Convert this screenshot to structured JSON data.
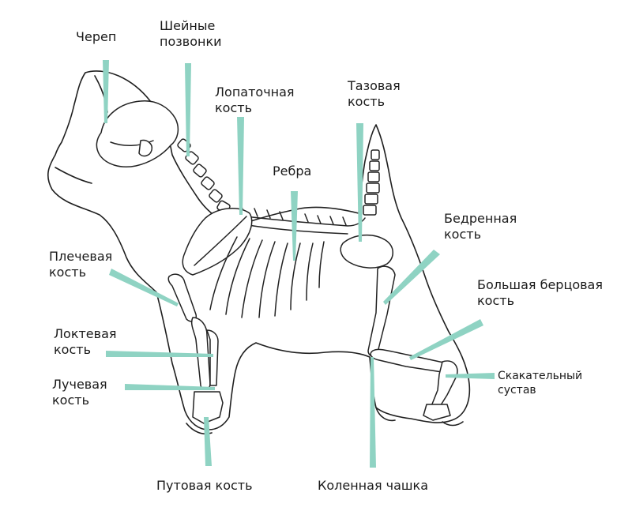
{
  "colors": {
    "pointer": "#8fd3c3",
    "outline": "#1f1f1f",
    "text": "#1a1a1a"
  },
  "labels": {
    "skull": [
      "Череп"
    ],
    "cervical": [
      "Шейные",
      "позвонки"
    ],
    "scapula": [
      "Лопаточная",
      "кость"
    ],
    "pelvis": [
      "Тазовая",
      "кость"
    ],
    "ribs": [
      "Ребра"
    ],
    "femur": [
      "Бедренная",
      "кость"
    ],
    "humerus": [
      "Плечевая",
      "кость"
    ],
    "tibia": [
      "Большая берцовая",
      "кость"
    ],
    "ulna": [
      "Локтевая",
      "кость"
    ],
    "hock": [
      "Скакательный",
      "сустав"
    ],
    "radius": [
      "Лучевая",
      "кость"
    ],
    "pastern": [
      "Путовая кость"
    ],
    "patella": [
      "Коленная чашка"
    ]
  }
}
